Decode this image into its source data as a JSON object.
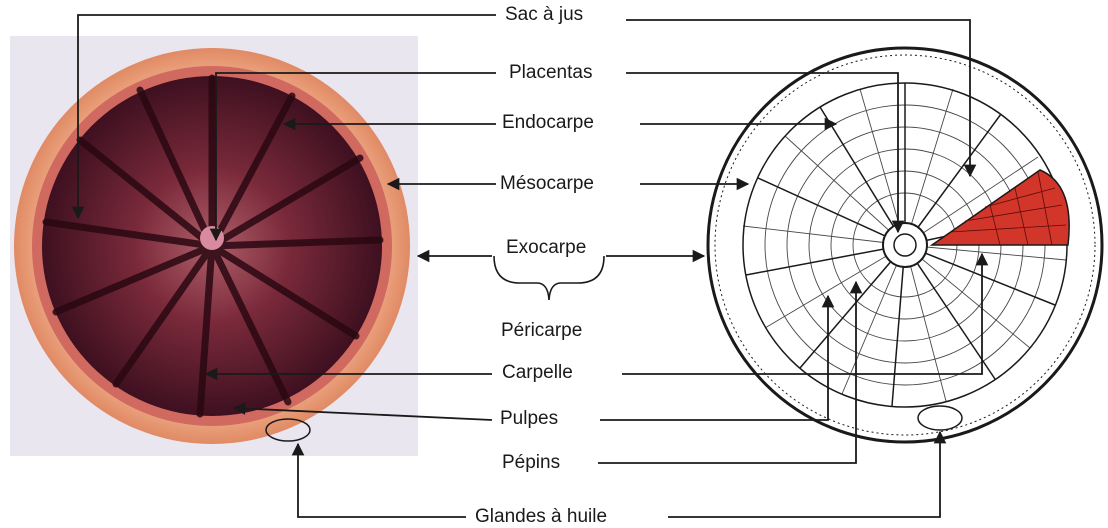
{
  "labels": {
    "sac_a_jus": "Sac à jus",
    "placentas": "Placentas",
    "endocarpe": "Endocarpe",
    "mesocarpe": "Mésocarpe",
    "exocarpe": "Exocarpe",
    "pericarpe": "Péricarpe",
    "carpelle": "Carpelle",
    "pulpes": "Pulpes",
    "pepins": "Pépins",
    "glandes_a_huile": "Glandes à huile"
  },
  "colors": {
    "peel": "#e8a07a",
    "pith": "#f2b691",
    "flesh_dark": "#4a1526",
    "flesh_mid": "#7a2a3a",
    "flesh_light": "#a8505a",
    "highlight_segment": "#d2352a",
    "line": "#1a1a1a"
  }
}
